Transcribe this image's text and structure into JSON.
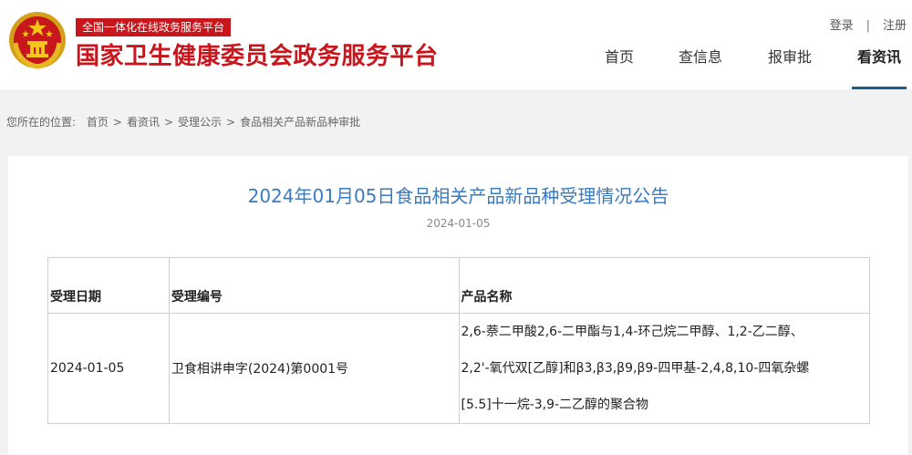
{
  "header": {
    "tagline": "全国一体化在线政务服务平台",
    "site_title": "国家卫生健康委员会政务服务平台",
    "login": "登录",
    "separator": "|",
    "register": "注册",
    "brand_color": "#c8161d"
  },
  "nav": {
    "items": [
      {
        "label": "首页"
      },
      {
        "label": "查信息"
      },
      {
        "label": "报审批"
      },
      {
        "label": "看资讯",
        "active": true
      }
    ]
  },
  "breadcrumb": {
    "prefix": "您所在的位置:",
    "items": [
      "首页",
      "看资讯",
      "受理公示",
      "食品相关产品新品种审批"
    ],
    "arrow": ">"
  },
  "notice": {
    "title": "2024年01月05日食品相关产品新品种受理情况公告",
    "date": "2024-01-05",
    "title_color": "#3a7bbf"
  },
  "table": {
    "headers": [
      "受理日期",
      "受理编号",
      "产品名称"
    ],
    "rows": [
      {
        "date": "2024-01-05",
        "number": "卫食相讲申字(2024)第0001号",
        "product_lines": [
          "2,6-萘二甲酸2,6-二甲酯与1,4-环己烷二甲醇、1,2-乙二醇、",
          "2,2'-氧代双[乙醇]和β3,β3,β9,β9-四甲基-2,4,8,10-四氧杂螺",
          "[5.5]十一烷-3,9-二乙醇的聚合物"
        ]
      }
    ]
  }
}
